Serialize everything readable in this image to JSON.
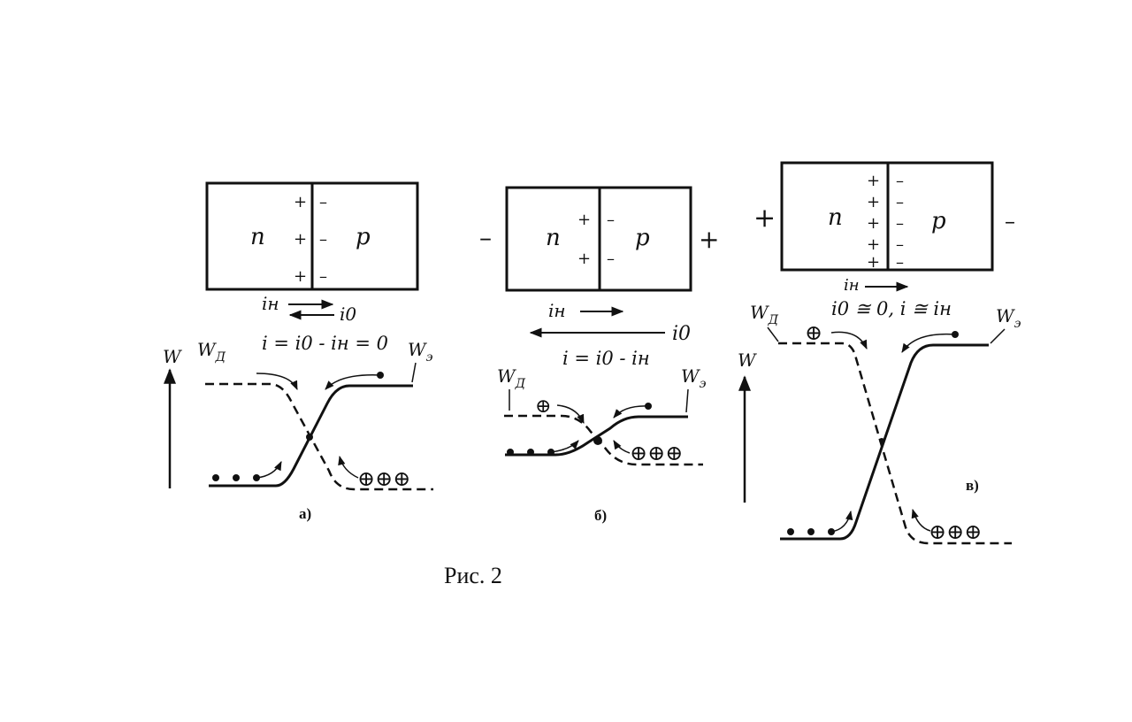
{
  "caption": "Рис. 2",
  "labels": {
    "n": "n",
    "p": "p",
    "plus": "+",
    "minus": "–",
    "holes": "⊕⊕⊕",
    "hole": "⊕",
    "w_axis": "W",
    "w_d": "W",
    "w_d_sub": "Д",
    "w_e": "W",
    "w_e_sub": "э"
  },
  "panels": [
    {
      "id": "a",
      "label": "а)",
      "i_n": "iн",
      "i_0": "i0",
      "equation": "i = i0 - iн = 0"
    },
    {
      "id": "b",
      "label": "б)",
      "left_sign": "–",
      "right_sign": "+",
      "i_n": "iн",
      "i_0": "i0",
      "equation": "i = i0 - iн"
    },
    {
      "id": "v",
      "label": "в)",
      "left_sign": "+",
      "right_sign": "–",
      "i_n": "iн",
      "equation": "i0 ≅ 0,  i ≅ iн"
    }
  ]
}
